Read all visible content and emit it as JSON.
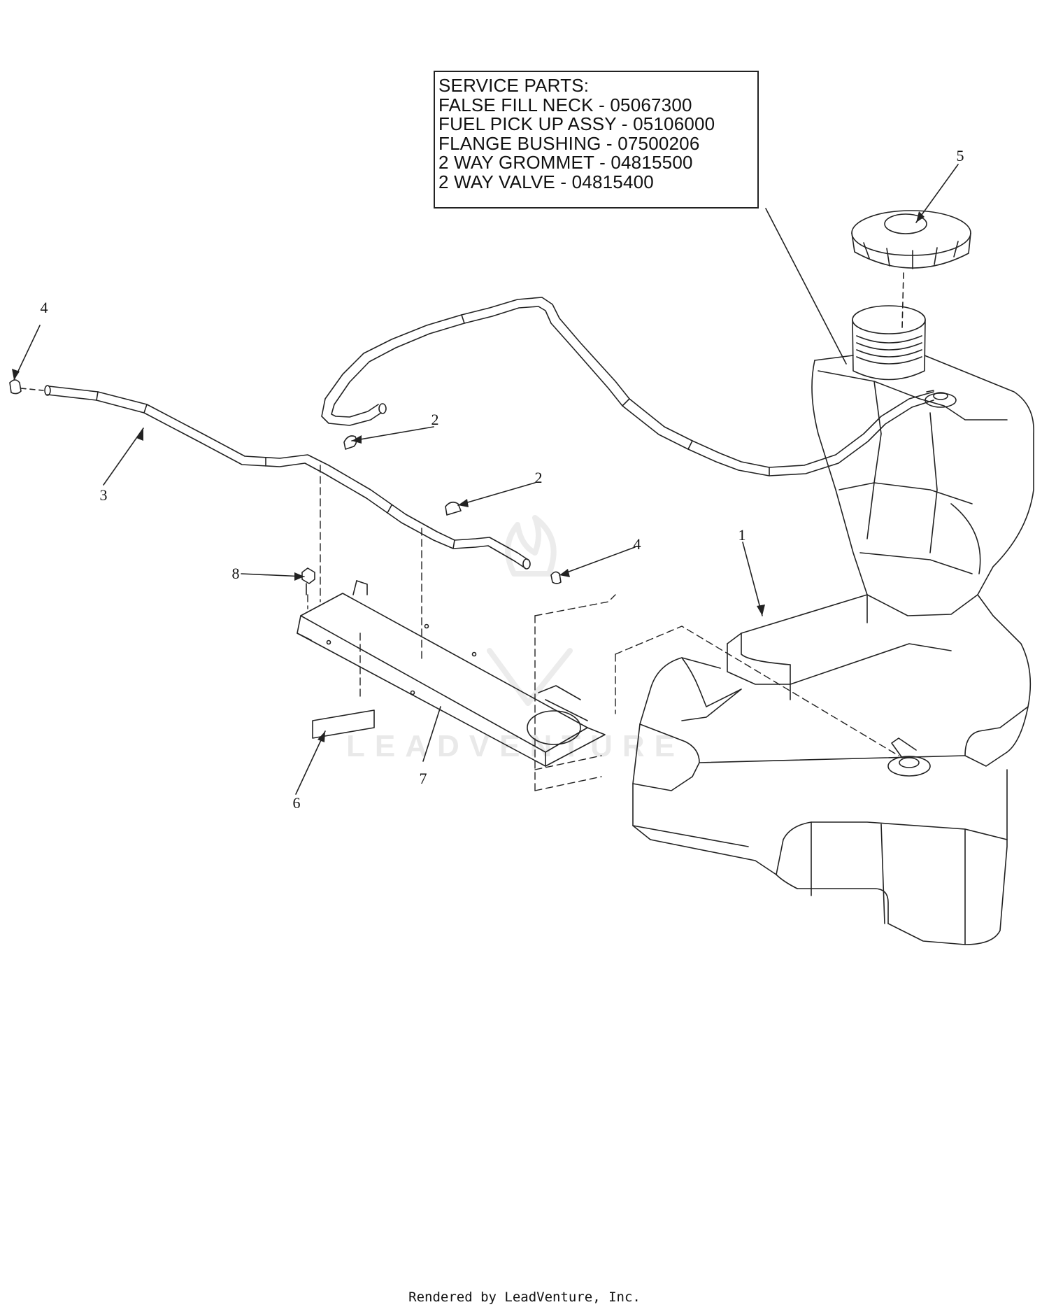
{
  "service_parts": {
    "title": "SERVICE PARTS:",
    "items": [
      "FALSE FILL NECK - 05067300",
      "FUEL PICK UP ASSY - 05106000",
      "FLANGE BUSHING - 07500206",
      "2 WAY GROMMET - 04815500",
      "2 WAY VALVE - 04815400"
    ]
  },
  "callouts": {
    "c1": "1",
    "c2a": "2",
    "c2b": "2",
    "c3": "3",
    "c4a": "4",
    "c4b": "4",
    "c5": "5",
    "c6": "6",
    "c7": "7",
    "c8": "8"
  },
  "watermark": "LEADVENTURE",
  "footer": "Rendered by LeadVenture, Inc."
}
